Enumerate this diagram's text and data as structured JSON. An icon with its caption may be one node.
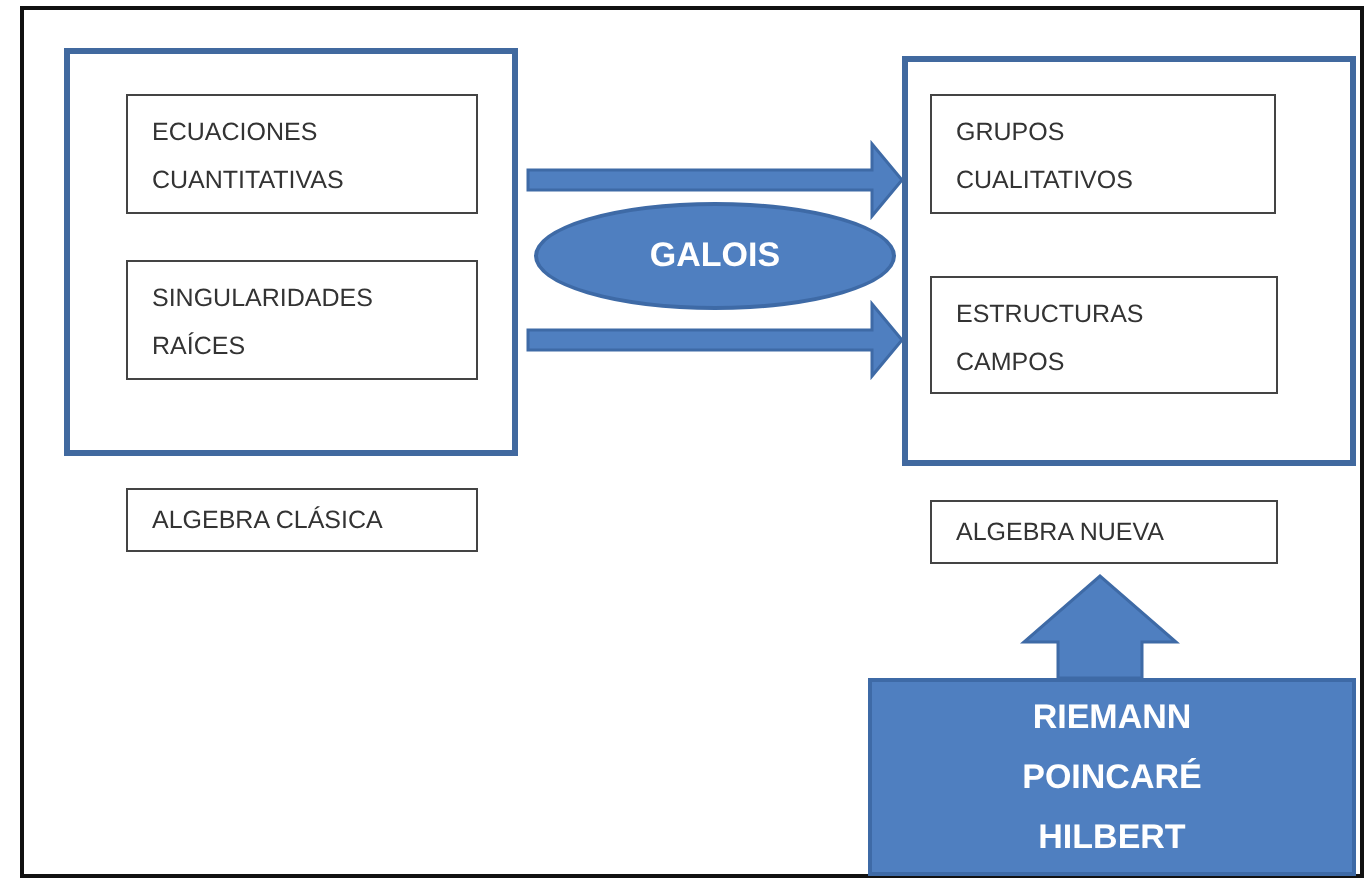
{
  "diagram": {
    "nodes": [
      {
        "text": [],
        "shape": "box"
      },
      {
        "text": [
          "ECUACIONES CUANTITATIVAS"
        ],
        "in": 0
      },
      {
        "text": [
          "SINGULARIDADES RAÍCES"
        ],
        "in": 0
      },
      {
        "text": [
          "ALGEBRA CLÁSICA"
        ]
      },
      {
        "text": [
          "GALOIS"
        ]
      },
      {
        "text": [],
        "shape": "box"
      },
      {
        "text": [
          "GRUPOS CUALITATIVOS"
        ],
        "in": 5
      },
      {
        "text": [
          "ESTRUCTURAS CAMPOS"
        ],
        "in": 5
      },
      {
        "text": [
          "ALGEBRA NUEVA"
        ]
      },
      {
        "text": [
          "RIEMANN POINCARÉ HILBERT"
        ]
      }
    ],
    "edges": [
      {
        "from": 0,
        "to": 5,
        "arrow": "to",
        "style": "thick"
      },
      {
        "from": 0,
        "to": 5,
        "arrow": "to",
        "style": "thick"
      },
      {
        "from": 9,
        "to": 8,
        "arrow": "to",
        "style": "thick"
      }
    ]
  }
}
